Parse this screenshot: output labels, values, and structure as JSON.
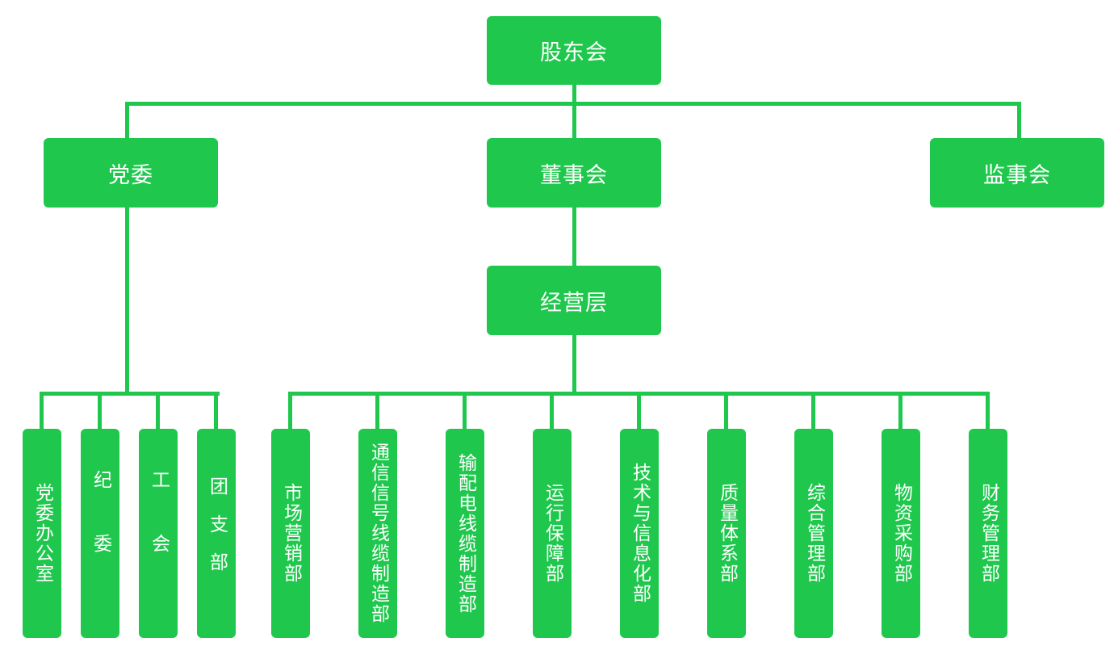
{
  "colors": {
    "box": "#1fc84d",
    "line": "#1fc84d",
    "text": "#ffffff",
    "background": "#ffffff"
  },
  "nodes": {
    "shareholders": "股东会",
    "party_committee": "党委",
    "board": "董事会",
    "supervisory_board": "监事会",
    "management": "经营层"
  },
  "party_units": [
    {
      "id": "party-office",
      "label": "党委办公室"
    },
    {
      "id": "discipline",
      "label": "纪委"
    },
    {
      "id": "union",
      "label": "工会"
    },
    {
      "id": "youth-league",
      "label": "团支部"
    }
  ],
  "departments": [
    {
      "id": "marketing",
      "label": "市场营销部"
    },
    {
      "id": "signal-cable",
      "label": "通信信号线缆制造部"
    },
    {
      "id": "power-cable",
      "label": "输配电线缆制造部"
    },
    {
      "id": "operations",
      "label": "运行保障部"
    },
    {
      "id": "it",
      "label": "技术与信息化部"
    },
    {
      "id": "quality",
      "label": "质量体系部"
    },
    {
      "id": "general",
      "label": "综合管理部"
    },
    {
      "id": "procurement",
      "label": "物资采购部"
    },
    {
      "id": "finance",
      "label": "财务管理部"
    }
  ]
}
